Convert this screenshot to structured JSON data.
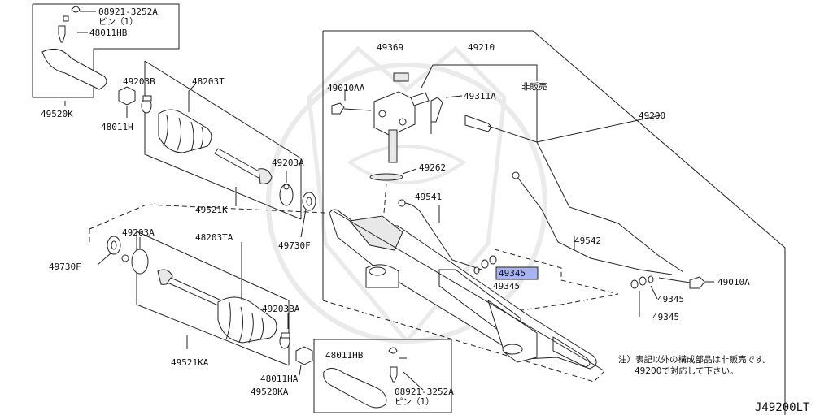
{
  "diagram": {
    "figure_code": "J49200LT",
    "note_line1": "注）表記以外の構成部品は非販売です。",
    "note_line2": "49200で対応して下さい。",
    "highlight_color": "#a8b4f0",
    "labels": {
      "pin_top_code": "08921-3252A",
      "pin_top_desc": "ピン（1）",
      "nut_top": "48011HB",
      "tie_rod_end_left": "49520K",
      "nut_left_bottom": "48011H",
      "clamp_top": "49203B",
      "boot_top": "48203T",
      "clamp_top_right": "49203A",
      "inner_rod_top": "49521K",
      "washer_top": "49730F",
      "clamp_bottom_left": "49203A",
      "boot_bottom": "48203TA",
      "washer_bottom": "49730F",
      "clamp_bottom_right": "49203BA",
      "inner_rod_bottom": "49521KA",
      "nut_bottom": "48011HA",
      "tie_rod_end_right": "49520KA",
      "nut_bottom_box": "48011HB",
      "pin_bottom_code": "08921-3252A",
      "pin_bottom_desc": "ピン（1）",
      "cover_top": "49369",
      "pinion_assy": "49210",
      "not_sold": "非販売",
      "bolt_pinion": "49010AA",
      "sensor": "49311A",
      "gasket": "49262",
      "pipe_left": "49541",
      "rack_assy": "49200",
      "pipe_right": "49542",
      "oring_highlight": "49345",
      "oring_a": "49345",
      "oring_b": "49345",
      "oring_c": "49345",
      "bolt_right": "49010A"
    }
  }
}
